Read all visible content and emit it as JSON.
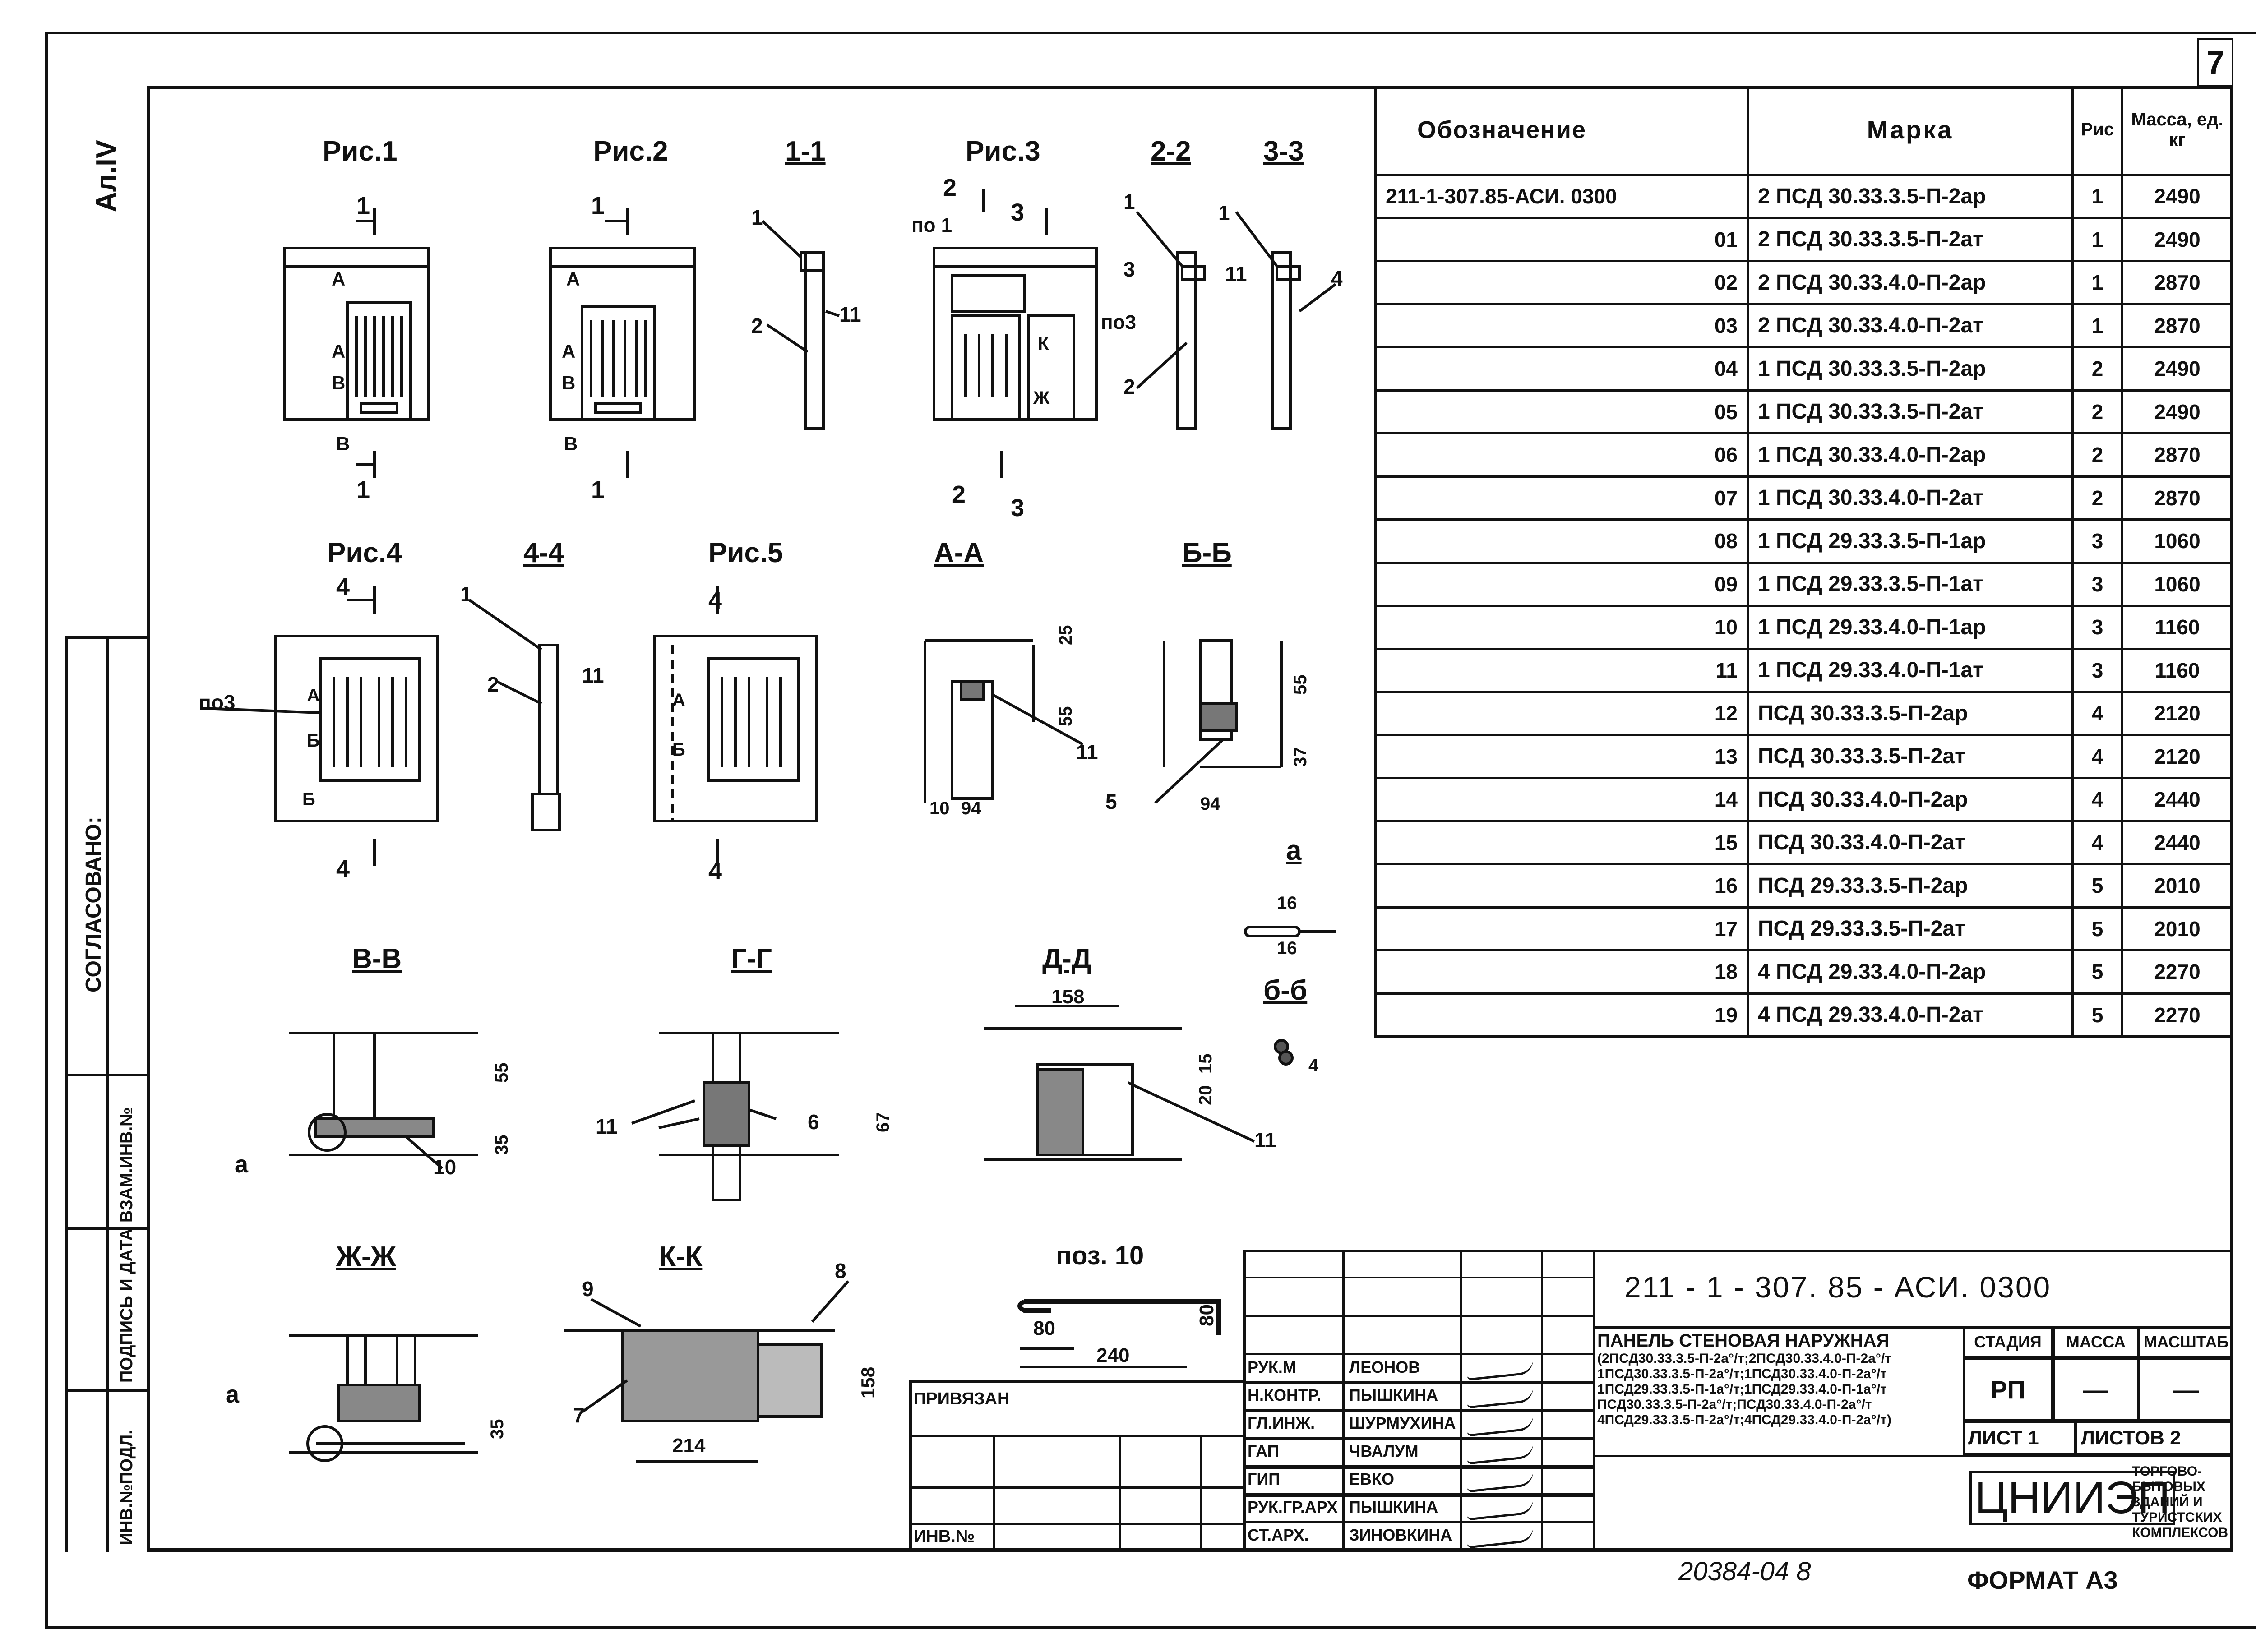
{
  "sheet_number": "7",
  "side_vertical_text": "Ал.IV",
  "left_strip": {
    "agreed": "СОГЛАСОВАНО:",
    "replace_inv": "ВЗАМ.ИНВ.№",
    "sign_date": "ПОДПИСЬ И ДАТА",
    "inv_orig": "ИНВ.№ПОДЛ."
  },
  "views": {
    "fig1": "Рис.1",
    "fig2": "Рис.2",
    "s11": "1-1",
    "fig3": "Рис.3",
    "s22": "2-2",
    "s33": "3-3",
    "fig4": "Рис.4",
    "s44": "4-4",
    "fig5": "Рис.5",
    "sAA": "А-А",
    "sBB": "Б-Б",
    "sVV": "В-В",
    "sGG": "Г-Г",
    "sDD": "Д-Д",
    "sZhZh": "Ж-Ж",
    "sKK": "К-К",
    "pos10": "поз. 10",
    "va": "а",
    "vb": "б-б"
  },
  "callouts": {
    "n1": "1",
    "n2": "2",
    "n3": "3",
    "n4": "4",
    "n5": "5",
    "n6": "6",
    "n7": "7",
    "n8": "8",
    "n9": "9",
    "n10": "10",
    "n11": "11",
    "po1": "по 1",
    "po3": "по3",
    "a": "а",
    "A": "А",
    "B": "Б",
    "V": "В",
    "K": "К",
    "Zh": "Ж"
  },
  "dims": {
    "d25": "25",
    "d55": "55",
    "d10": "10",
    "d94": "94",
    "d37": "37",
    "d16": "16",
    "d158": "158",
    "d20": "20",
    "d15": "15",
    "d35": "35",
    "d67": "67",
    "d80": "80",
    "d240": "240",
    "d214": "214",
    "d4": "4"
  },
  "table": {
    "headers": [
      "Обозначение",
      "Марка",
      "Рис",
      "Масса, ед. кг"
    ],
    "rows": [
      [
        "211-1-307.85-АСИ. 0300",
        "2 ПСД 30.33.3.5-П-2ар",
        "1",
        "2490"
      ],
      [
        "01",
        "2 ПСД 30.33.3.5-П-2ат",
        "1",
        "2490"
      ],
      [
        "02",
        "2 ПСД 30.33.4.0-П-2ар",
        "1",
        "2870"
      ],
      [
        "03",
        "2 ПСД 30.33.4.0-П-2ат",
        "1",
        "2870"
      ],
      [
        "04",
        "1 ПСД 30.33.3.5-П-2ар",
        "2",
        "2490"
      ],
      [
        "05",
        "1 ПСД 30.33.3.5-П-2ат",
        "2",
        "2490"
      ],
      [
        "06",
        "1 ПСД 30.33.4.0-П-2ар",
        "2",
        "2870"
      ],
      [
        "07",
        "1 ПСД 30.33.4.0-П-2ат",
        "2",
        "2870"
      ],
      [
        "08",
        "1 ПСД 29.33.3.5-П-1ар",
        "3",
        "1060"
      ],
      [
        "09",
        "1 ПСД 29.33.3.5-П-1ат",
        "3",
        "1060"
      ],
      [
        "10",
        "1 ПСД 29.33.4.0-П-1ар",
        "3",
        "1160"
      ],
      [
        "11",
        "1 ПСД 29.33.4.0-П-1ат",
        "3",
        "1160"
      ],
      [
        "12",
        "ПСД 30.33.3.5-П-2ар",
        "4",
        "2120"
      ],
      [
        "13",
        "ПСД 30.33.3.5-П-2ат",
        "4",
        "2120"
      ],
      [
        "14",
        "ПСД 30.33.4.0-П-2ар",
        "4",
        "2440"
      ],
      [
        "15",
        "ПСД 30.33.4.0-П-2ат",
        "4",
        "2440"
      ],
      [
        "16",
        "ПСД 29.33.3.5-П-2ар",
        "5",
        "2010"
      ],
      [
        "17",
        "ПСД 29.33.3.5-П-2ат",
        "5",
        "2010"
      ],
      [
        "18",
        "4 ПСД 29.33.4.0-П-2ар",
        "5",
        "2270"
      ],
      [
        "19",
        "4 ПСД 29.33.4.0-П-2ат",
        "5",
        "2270"
      ]
    ]
  },
  "title_block": {
    "code": "211 - 1 - 307. 85 - АСИ. 0300",
    "privyazan": "ПРИВЯЗАН",
    "inv_no": "ИНВ.№",
    "roles": [
      "РУК.М",
      "Н.КОНТР.",
      "ГЛ.ИНЖ.",
      "ГАП",
      "ГИП",
      "РУК.ГР.АРХ",
      "СТ.АРХ."
    ],
    "names": [
      "ЛЕОНОВ",
      "ПЫШКИНА",
      "ШУРМУХИНА",
      "ЧВАЛУМ",
      "ЕВКО",
      "ПЫШКИНА",
      "ЗИНОВКИНА"
    ],
    "description": [
      "ПАНЕЛЬ СТЕНОВАЯ НАРУЖНАЯ",
      "(2ПСД30.33.3.5-П-2а°/т;2ПСД30.33.4.0-П-2а°/т",
      "1ПСД30.33.3.5-П-2а°/т;1ПСД30.33.4.0-П-2а°/т",
      "1ПСД29.33.3.5-П-1а°/т;1ПСД29.33.4.0-П-1а°/т",
      "ПСД30.33.3.5-П-2а°/т;ПСД30.33.4.0-П-2а°/т",
      "4ПСД29.33.3.5-П-2а°/т;4ПСД29.33.4.0-П-2а°/т)"
    ],
    "stage_label": "СТАДИЯ",
    "mass_label": "МАССА",
    "scale_label": "МАСШТАБ",
    "stage": "РП",
    "mass": "—",
    "scale": "—",
    "sheet": "ЛИСТ 1",
    "sheets": "ЛИСТОВ 2",
    "org_logo": "ЦНИИЭП",
    "org_text": [
      "ТОРГОВО-",
      "БЫТОВЫХ",
      "ЗДАНИЙ И",
      "ТУРИСТСКИХ",
      "КОМПЛЕКСОВ"
    ]
  },
  "footer": {
    "archive_no": "20384-04 8",
    "format": "ФОРМАТ А3"
  }
}
